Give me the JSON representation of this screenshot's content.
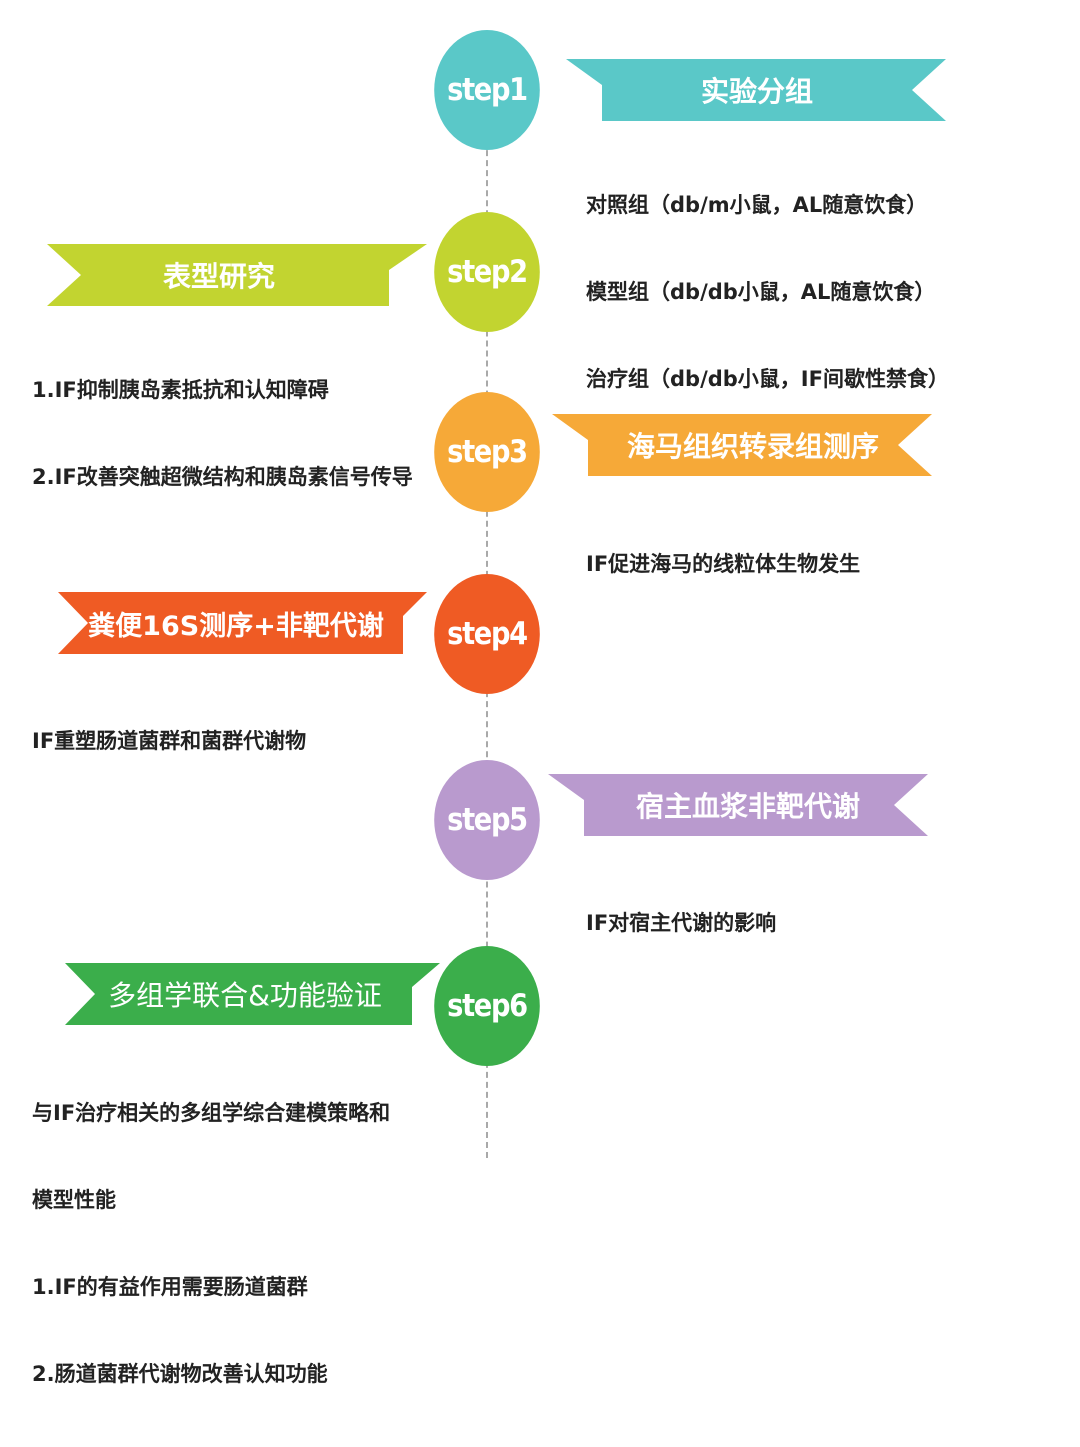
{
  "steps": [
    {
      "label": "step1",
      "color": "#5ac8c8",
      "banner_title": "实验分组",
      "banner_color": "#5ac8c8",
      "lines": [
        "对照组（db/m小鼠，AL随意饮食）",
        "模型组（db/db小鼠，AL随意饮食）",
        "治疗组（db/db小鼠，IF间歇性禁食）"
      ]
    },
    {
      "label": "step2",
      "color": "#c2d430",
      "banner_title": "表型研究",
      "banner_color": "#c2d430",
      "lines": [
        "1.IF抑制胰岛素抵抗和认知障碍",
        "2.IF改善突触超微结构和胰岛素信号传导"
      ]
    },
    {
      "label": "step3",
      "color": "#f6a938",
      "banner_title": "海马组织转录组测序",
      "banner_color": "#f6a938",
      "lines": [
        "IF促进海马的线粒体生物发生"
      ]
    },
    {
      "label": "step4",
      "color": "#ef5b24",
      "banner_title": "粪便16S测序+非靶代谢",
      "banner_color": "#ef5b24",
      "lines": [
        "IF重塑肠道菌群和菌群代谢物"
      ]
    },
    {
      "label": "step5",
      "color": "#b99ace",
      "banner_title": "宿主血浆非靶代谢",
      "banner_color": "#b99ace",
      "lines": [
        "IF对宿主代谢的影响"
      ]
    },
    {
      "label": "step6",
      "color": "#3bae4b",
      "banner_title": "多组学联合&功能验证",
      "banner_color": "#3bae4b",
      "lines": [
        "与IF治疗相关的多组学综合建模策略和",
        "模型性能",
        "1.IF的有益作用需要肠道菌群",
        "2.肠道菌群代谢物改善认知功能"
      ]
    }
  ]
}
